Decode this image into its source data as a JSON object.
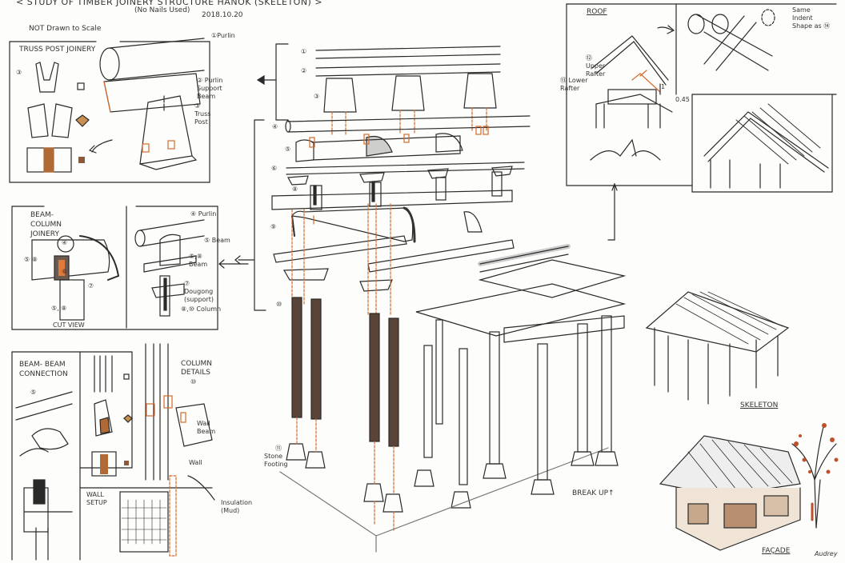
{
  "header": {
    "title": "< STUDY OF TIMBER JOINERY STRUCTURE HANOK (SKELETON) >",
    "subtitle": "(No Nails Used)",
    "date": "2018.10.20",
    "note": "NOT Drawn to Scale",
    "signature": "Audrey"
  },
  "truss_panel": {
    "title": "TRUSS POST JOINERY",
    "labels": {
      "purlin": "①Purlin",
      "support": "② Purlin Support Beam",
      "post": "③ Truss Post",
      "n3": "③"
    }
  },
  "beam_column_panel": {
    "title": "BEAM- COLUMN JOINERY",
    "cut_view": "CUT VIEW",
    "labels": {
      "purlin": "④ Purlin",
      "beam": "⑤ Beam",
      "beam2": "⑤,⑧ Beam",
      "dougong": "⑦ Dougong (support)",
      "column": "⑧,⑩ Column",
      "left1": "⑤ ⑧",
      "mid1": "④",
      "mid2": "⑥",
      "right1": "⑦",
      "bottom1": "⑤, ⑧"
    }
  },
  "beam_beam_panel": {
    "title": "BEAM- BEAM CONNECTION",
    "marker": "⑤",
    "wall_setup": "WALL SETUP"
  },
  "column_panel": {
    "title": "COLUMN DETAILS",
    "marker": "⑩",
    "wall_beam": "Wall Beam",
    "wall": "Wall",
    "insulation": "Insulation (Mud)"
  },
  "center": {
    "numbers": [
      "①",
      "②",
      "③",
      "④",
      "⑤",
      "⑥",
      "⑧",
      "⑨",
      "⑩",
      "⑪"
    ],
    "stone_footing": "Stone Footing",
    "break_up": "BREAK UP↑"
  },
  "roof_panel": {
    "title": "ROOF",
    "upper_rafter": "⑫ Upper Rafter",
    "lower_rafter": "⑬ Lower Rafter",
    "ratio": "0.45",
    "one": "1",
    "note": "Same Indent Shape as ⑭"
  },
  "right": {
    "skeleton": "SKELETON",
    "facade": "FAÇADE"
  },
  "colors": {
    "ink": "#2a2a2a",
    "accent": "#d46a2a",
    "wood": "#7a5a44",
    "tree": "#c0502a"
  }
}
